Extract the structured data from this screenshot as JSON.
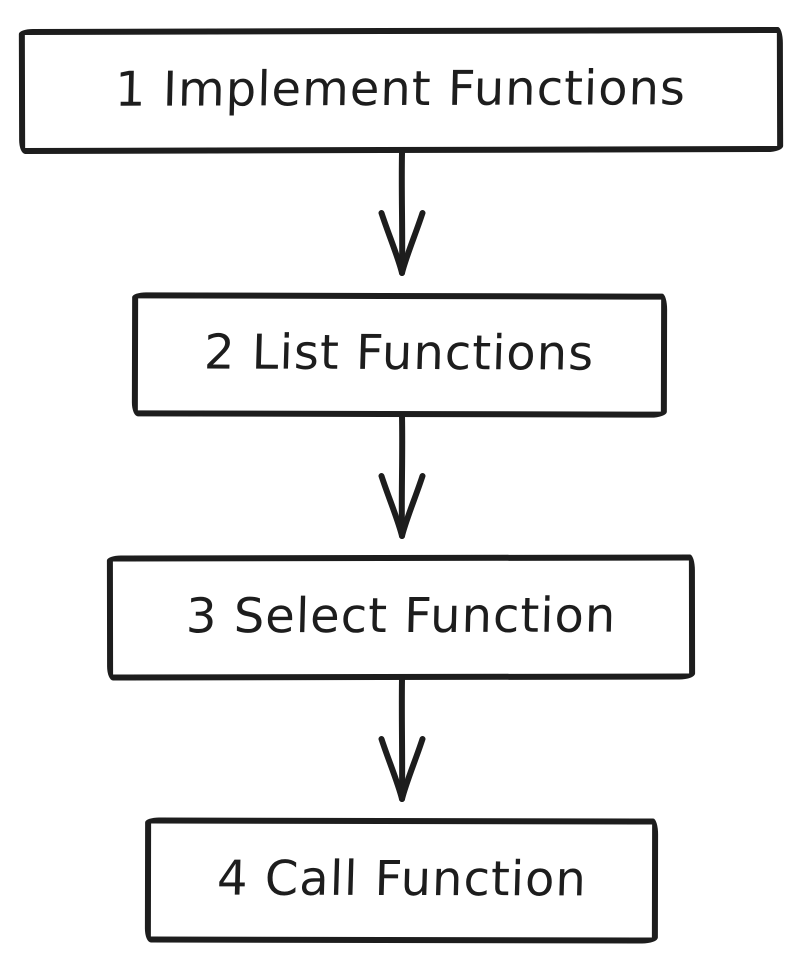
{
  "diagram": {
    "type": "flowchart",
    "style": "hand-drawn",
    "direction": "top-to-bottom",
    "steps": [
      {
        "number": "1",
        "label": "1 Implement Functions"
      },
      {
        "number": "2",
        "label": "2 List Functions"
      },
      {
        "number": "3",
        "label": "3 Select Function"
      },
      {
        "number": "4",
        "label": "4 Call Function"
      }
    ],
    "connections": [
      {
        "from": "1 Implement Functions",
        "to": "2 List Functions"
      },
      {
        "from": "2 List Functions",
        "to": "3 Select Function"
      },
      {
        "from": "3 Select Function",
        "to": "4 Call Function"
      }
    ],
    "colors": {
      "stroke": "#1d1d1d",
      "box_fill": "#ffffff",
      "background": "#ffffff"
    }
  }
}
